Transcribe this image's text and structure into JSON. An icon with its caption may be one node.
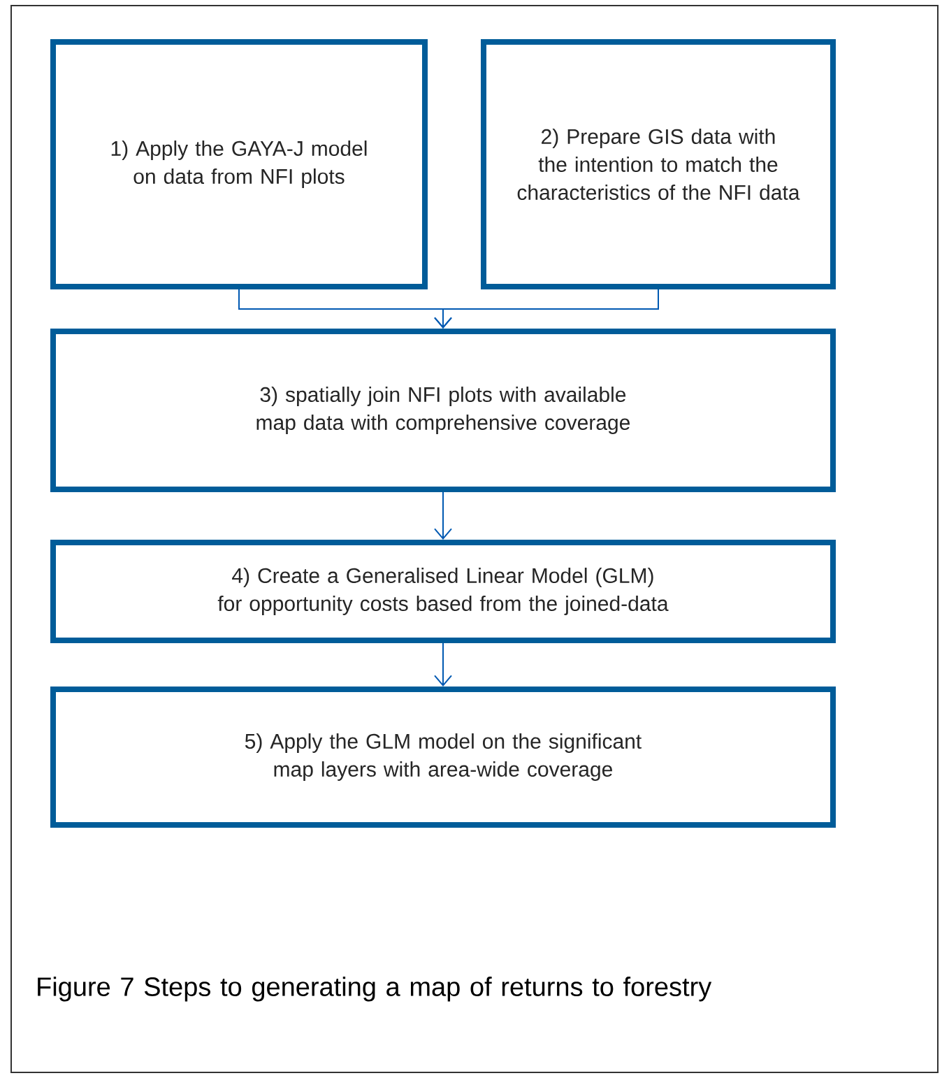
{
  "diagram": {
    "caption": "Figure 7 Steps to generating a map of returns to forestry",
    "nodes": [
      {
        "text": [
          "1) Apply the GAYA-J model on data from NFI plots"
        ]
      },
      {
        "text": [
          "2) Prepare GIS data with the intention to match the characteristics of the NFI data"
        ]
      },
      {
        "text": [
          "3) spatially join NFI plots with available map data with comprehensive coverage"
        ]
      },
      {
        "text": [
          "4) Create a Generalised Linear Model (GLM) for opportunity costs based from the joined-data"
        ]
      },
      {
        "text": [
          "5) Apply the GLM model on the significant map layers with area-wide coverage"
        ]
      }
    ],
    "edges": [
      {
        "from": 0,
        "to": 2,
        "arrow": "to"
      },
      {
        "from": 1,
        "to": 2,
        "arrow": "to"
      },
      {
        "from": 2,
        "to": 3,
        "arrow": "to"
      },
      {
        "from": 3,
        "to": 4,
        "arrow": "to"
      }
    ]
  }
}
